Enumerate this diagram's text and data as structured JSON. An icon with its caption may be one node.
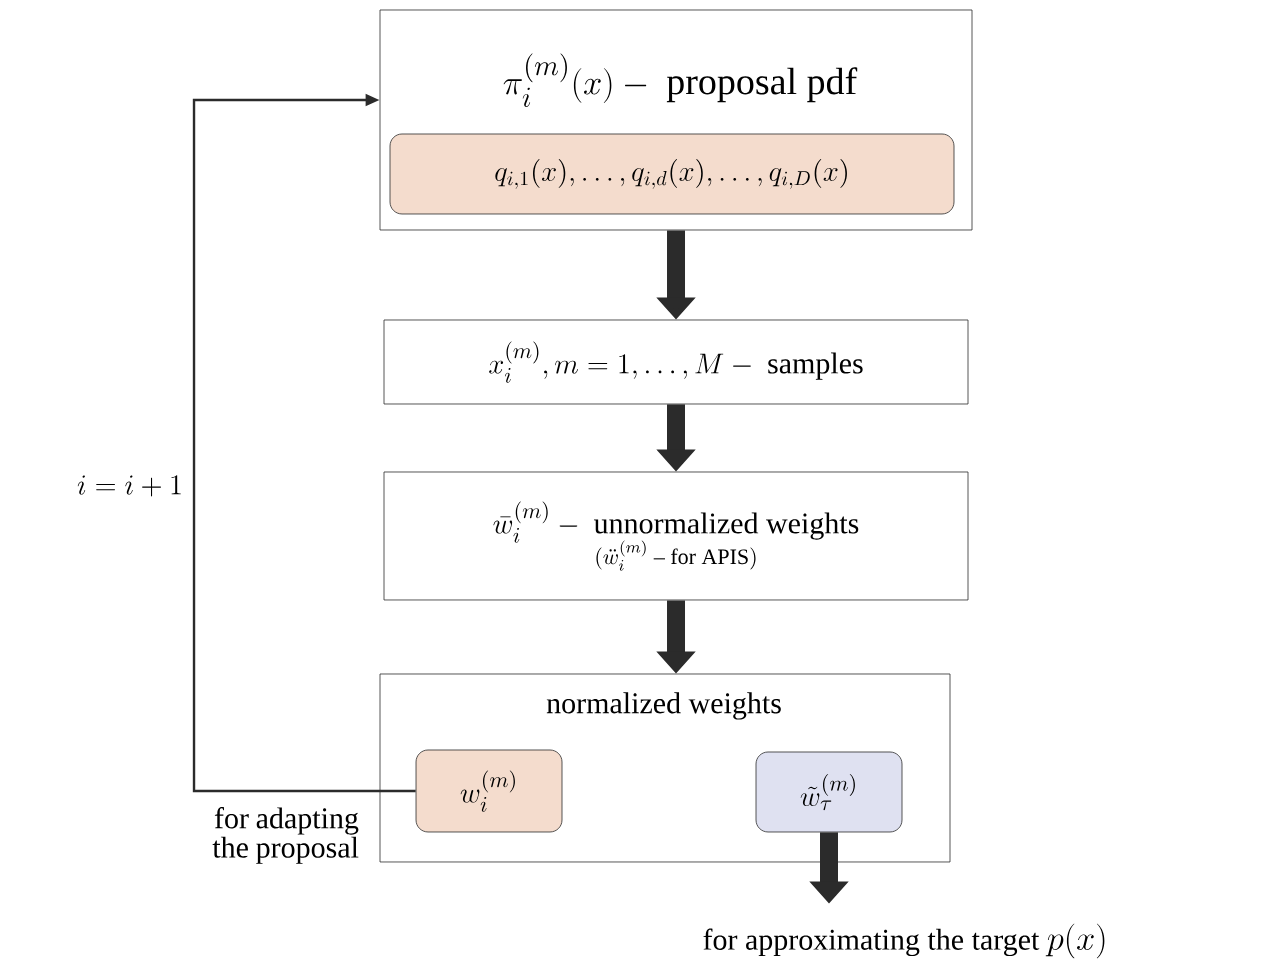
{
  "diagram": {
    "nodes": [
      {
        "text": [
          "\\pi_i^{(m)}(x)-\\text{ proposal pdf}"
        ]
      },
      {
        "text": [
          "q_{i,1}(x),\\ldots,q_{i,d}(x),\\ldots,q_{i,D}(x)"
        ],
        "in": 0
      },
      {
        "text": [
          "x_i^{(m)},m=1,\\ldots,M-\\text{ samples}"
        ]
      },
      {
        "text": [
          "\\bar{w}_i^{(m)}-\\text{ unnormalized weights}",
          "(\\ddot{w}_i^{(m)}\\text{ -- for APIS})"
        ]
      },
      {
        "text": [
          "normalized weights"
        ]
      },
      {
        "text": [
          "w_i^{(m)}"
        ],
        "in": 4,
        "beside": [
          "for adapting the proposal"
        ]
      },
      {
        "text": [
          "\\tilde{w}_\\tau^{(m)}"
        ],
        "in": 4
      },
      {
        "text": [
          "\\text{for approximating the target }\\mbox{\\LARGE$p(x)$}"
        ]
      }
    ],
    "edges": [
      {
        "from": 0,
        "to": 2,
        "arrow": "to"
      },
      {
        "from": 2,
        "to": 3,
        "arrow": "to"
      },
      {
        "from": 3,
        "to": 4,
        "arrow": "to"
      },
      {
        "from": 6,
        "to": 7,
        "arrow": "to"
      },
      {
        "from": 5,
        "to": 0,
        "arrow": "to",
        "label": "i=i+1"
      }
    ]
  }
}
